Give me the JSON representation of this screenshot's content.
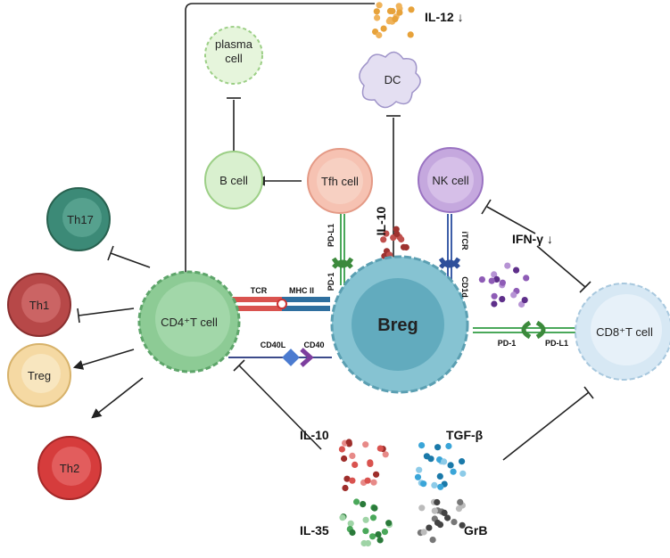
{
  "cells": {
    "plasma": "plasma\ncell",
    "dc": "DC",
    "b": "B cell",
    "tfh": "Tfh cell",
    "nk": "NK cell",
    "th17": "Th17",
    "th1": "Th1",
    "treg": "Treg",
    "th2": "Th2",
    "cd4": "CD4⁺T cell",
    "breg": "Breg",
    "cd8": "CD8⁺T cell"
  },
  "cytokines": {
    "il12": "IL-12 ↓",
    "il10_top": "IL-10",
    "ifng": "IFN-γ ↓",
    "il10": "IL-10",
    "tgfb": "TGF-β",
    "il35": "IL-35",
    "grb": "GrB"
  },
  "receptors": {
    "tcr": "TCR",
    "mhc2": "MHC II",
    "cd40l": "CD40L",
    "cd40": "CD40",
    "pdl1_tfh": "PD-L1",
    "pd1_tfh": "PD-1",
    "itcr": "iTCR",
    "cd1d": "CD1d",
    "pd1_cd8": "PD-1",
    "pdl1_cd8": "PD-L1"
  },
  "colors": {
    "breg": "#86c3d2",
    "cd4": "#8dcb95",
    "cd8": "#d7e8f4",
    "tfh": "#f6c2b2",
    "nk": "#c5a8de",
    "b": "#d9f0cf",
    "plasma": "#e6f5dc",
    "dc": "#e4dff2",
    "th17": "#3c8a77",
    "th1": "#b74848",
    "treg": "#f5d9a3",
    "th2": "#d63c3c"
  }
}
